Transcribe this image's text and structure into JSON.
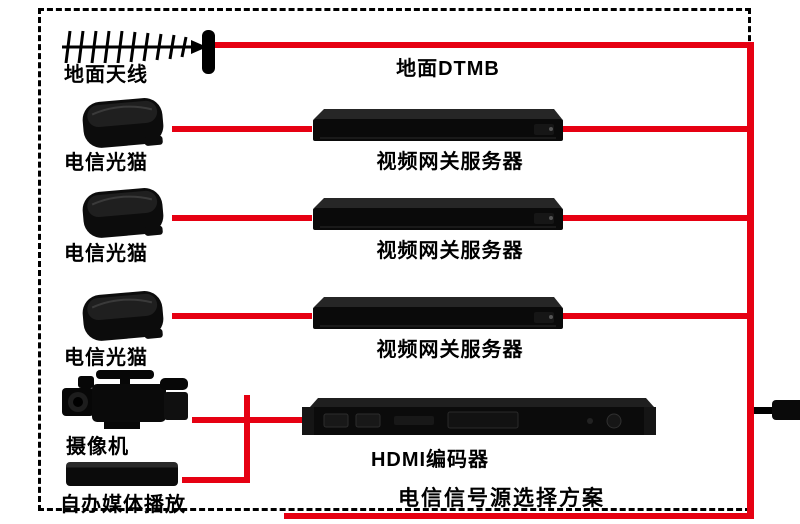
{
  "title": "电信信号源选择方案",
  "antenna": {
    "label": "地面天线",
    "line_label": "地面DTMB"
  },
  "rows": [
    {
      "device": "电信光猫",
      "server": "视频网关服务器"
    },
    {
      "device": "电信光猫",
      "server": "视频网关服务器"
    },
    {
      "device": "电信光猫",
      "server": "视频网关服务器"
    }
  ],
  "camera": {
    "label": "摄像机"
  },
  "encoder": {
    "label": "HDMI编码器"
  },
  "media_player": {
    "label": "自办媒体播放"
  },
  "icons": {
    "antenna": "yagi-antenna-icon",
    "modem": "optical-modem-icon",
    "server": "rack-server-icon",
    "camera": "camcorder-icon",
    "encoder": "rack-encoder-icon",
    "media_player": "media-player-box-icon",
    "cable": "cable-connector-icon"
  },
  "colors": {
    "connection_line": "#e60012",
    "border": "#000000",
    "device_black": "#0a0a0a",
    "background": "#ffffff"
  }
}
